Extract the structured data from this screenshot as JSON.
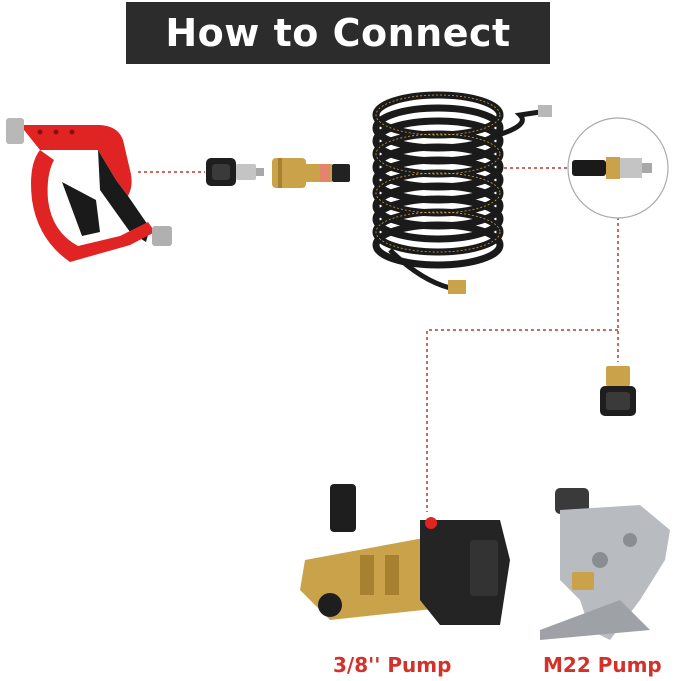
{
  "title": "How to Connect",
  "labels": {
    "pump_left": "3/8'' Pump",
    "pump_right": "M22 Pump"
  },
  "colors": {
    "title_bg": "#2c2c2c",
    "title_text": "#ffffff",
    "label_red": "#d3322b",
    "dashed_line": "#c0392b",
    "gun_red": "#e02424",
    "hose_black": "#1a1a1a",
    "brass": "#c9a24a"
  },
  "icons": {
    "gun": "spray-gun-icon",
    "adapter_m22": "m22-adapter-icon",
    "quick_plug": "quick-connect-plug-icon",
    "hose": "hose-coil-icon",
    "magnifier": "hose-end-zoom-icon",
    "pump_left": "triplex-pump-icon",
    "pump_right": "axial-pump-icon"
  }
}
